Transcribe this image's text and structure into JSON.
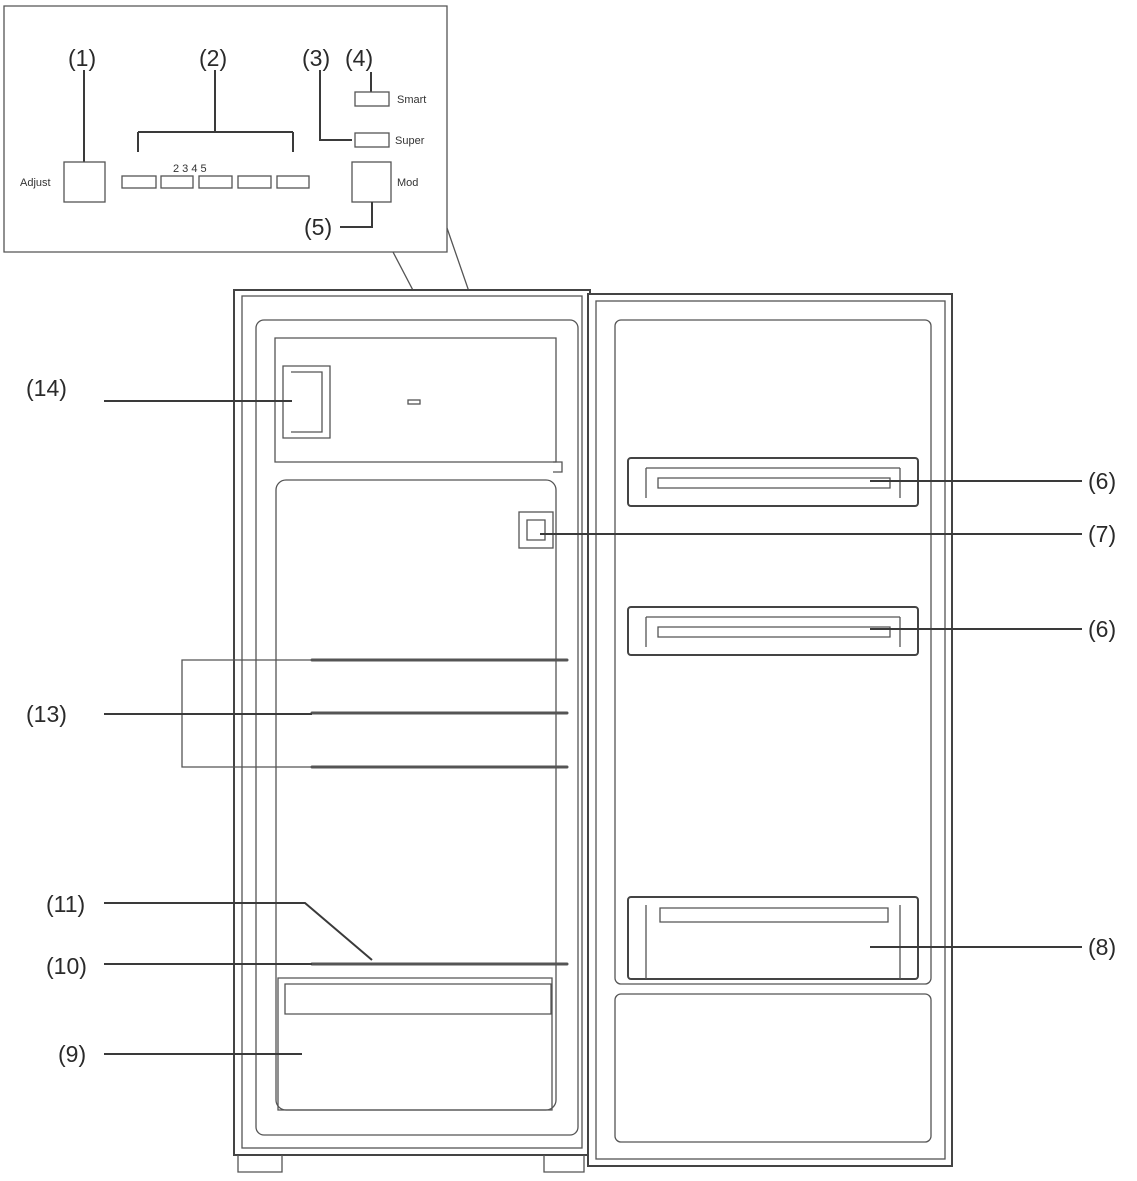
{
  "panel": {
    "callouts": {
      "adjust": "(1)",
      "indicators": "(2)",
      "super": "(3)",
      "smart": "(4)",
      "mode": "(5)"
    },
    "labels": {
      "adjust": "Adjust",
      "smart": "Smart",
      "super": "Super",
      "mode": "Mod"
    },
    "digits": "2  3  4  5"
  },
  "callouts": {
    "door_shelf_top": "(6)",
    "door_shelf_mid": "(6)",
    "control_panel": "(7)",
    "bottle_shelf": "(8)",
    "crisper": "(9)",
    "glass_cover": "(10)",
    "cover_line": "(11)",
    "shelves": "(13)",
    "freezer": "(14)"
  }
}
